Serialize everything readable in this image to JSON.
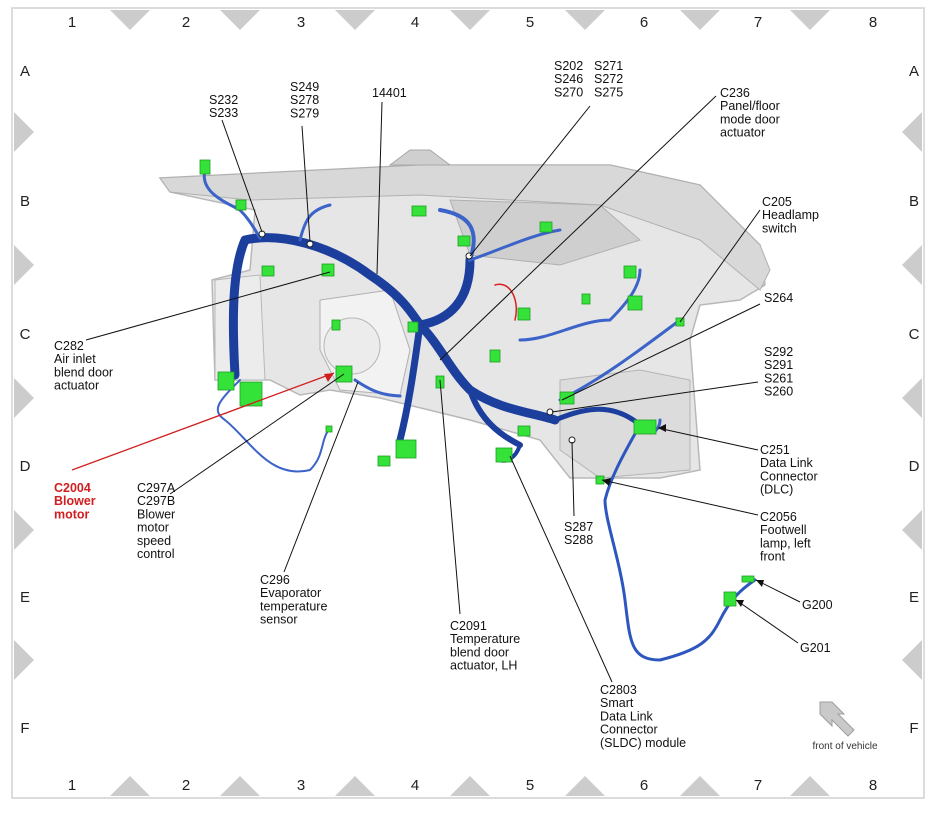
{
  "grid": {
    "columns": [
      "1",
      "2",
      "3",
      "4",
      "5",
      "6",
      "7",
      "8"
    ],
    "rows": [
      "A",
      "B",
      "C",
      "D",
      "E",
      "F"
    ]
  },
  "callouts": {
    "s232": [
      "S232",
      "S233"
    ],
    "s249": [
      "S249",
      "S278",
      "S279"
    ],
    "n14401": [
      "14401"
    ],
    "s202": [
      "S202",
      "S246",
      "S270"
    ],
    "s271": [
      "S271",
      "S272",
      "S275"
    ],
    "c236": [
      "C236",
      "Panel/floor",
      "mode door",
      "actuator"
    ],
    "c205": [
      "C205",
      "Headlamp",
      "switch"
    ],
    "s264": [
      "S264"
    ],
    "s292": [
      "S292",
      "S291",
      "S261",
      "S260"
    ],
    "c282": [
      "C282",
      "Air inlet",
      "blend door",
      "actuator"
    ],
    "c2004": [
      "C2004",
      "Blower",
      "motor"
    ],
    "c297": [
      "C297A",
      "C297B",
      "Blower",
      "motor",
      "speed",
      "control"
    ],
    "c296": [
      "C296",
      "Evaporator",
      "temperature",
      "sensor"
    ],
    "c2091": [
      "C2091",
      "Temperature",
      "blend door",
      "actuator, LH"
    ],
    "s287": [
      "S287",
      "S288"
    ],
    "c251": [
      "C251",
      "Data Link",
      "Connector",
      "(DLC)"
    ],
    "c2056": [
      "C2056",
      "Footwell",
      "lamp, left",
      "front"
    ],
    "g200": [
      "G200"
    ],
    "g201": [
      "G201"
    ],
    "c2803": [
      "C2803",
      "Smart",
      "Data Link",
      "Connector",
      "(SLDC) module"
    ]
  },
  "front_label": "front of vehicle",
  "colors": {
    "harness": "#1c3f9e",
    "harness_light": "#4c7de0",
    "connector": "#35e23a",
    "highlight": "#d01f1f",
    "frame": "#c8c8c8"
  }
}
